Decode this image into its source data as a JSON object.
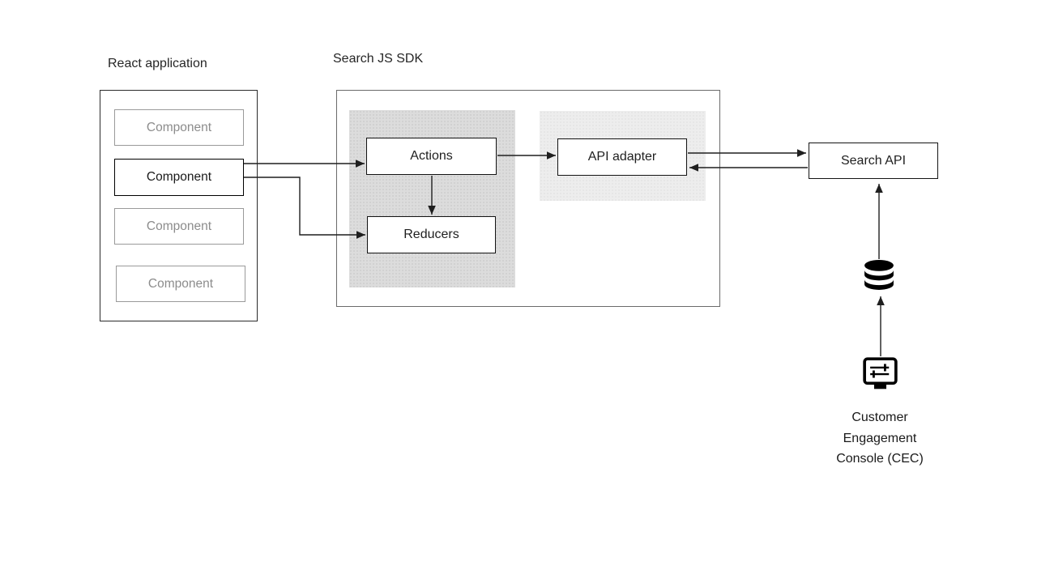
{
  "labels": {
    "react_app_title": "React application",
    "sdk_title": "Search JS SDK"
  },
  "react_app": {
    "components": [
      {
        "label": "Component",
        "state": "inactive"
      },
      {
        "label": "Component",
        "state": "active"
      },
      {
        "label": "Component",
        "state": "inactive"
      },
      {
        "label": "Component",
        "state": "inactive"
      }
    ]
  },
  "sdk": {
    "actions_label": "Actions",
    "reducers_label": "Reducers",
    "api_adapter_label": "API adapter"
  },
  "search_api_label": "Search API",
  "cec_label_lines": [
    "Customer",
    "Engagement",
    "Console (CEC)"
  ],
  "icons": [
    "database-icon",
    "console-icon"
  ],
  "colors": {
    "background": "#ffffff",
    "node_border": "#141414",
    "muted_border": "#9a9a9a",
    "muted_text": "#8c8c8c",
    "sdk_border": "#6b6b6b",
    "state_region_fill": "#dcdcdc",
    "adapter_region_fill": "#ededed",
    "arrow": "#1f1f1f",
    "icon": "#000000"
  }
}
